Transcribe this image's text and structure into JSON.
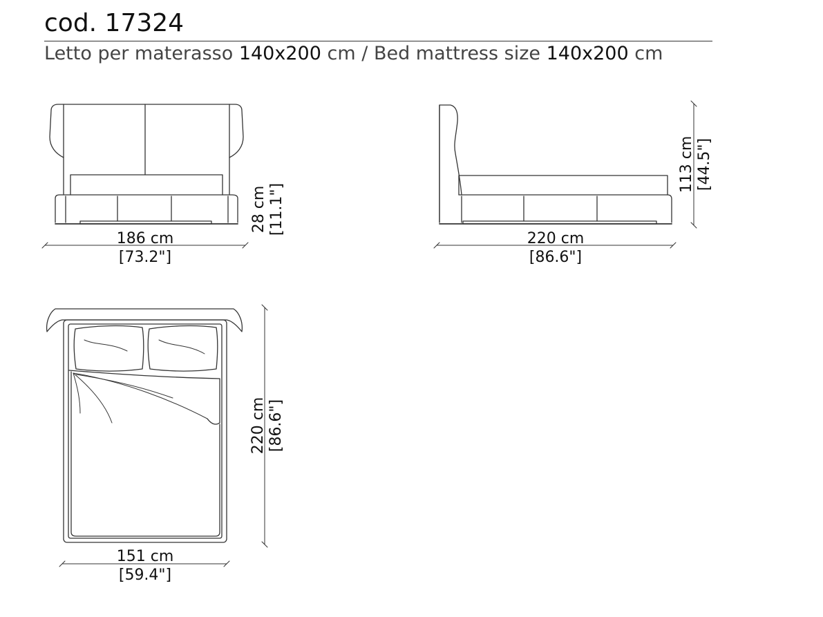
{
  "header": {
    "code": "cod. 17324",
    "subtitle_it": "Letto per materasso",
    "size_it": "140x200",
    "unit_it": "cm",
    "separator": "/",
    "subtitle_en": "Bed mattress size",
    "size_en": "140x200",
    "unit_en": "cm"
  },
  "views": {
    "front": {
      "width_cm": "186 cm",
      "width_in": "[73.2\"]",
      "height_cm": "28 cm",
      "height_in": "[11.1\"]"
    },
    "side": {
      "length_cm": "220 cm",
      "length_in": "[86.6\"]",
      "height_cm": "113 cm",
      "height_in": "[44.5\"]"
    },
    "top": {
      "width_cm": "151 cm",
      "width_in": "[59.4\"]",
      "length_cm": "220 cm",
      "length_in": "[86.6\"]"
    }
  },
  "colors": {
    "line": "#333333",
    "text": "#111111",
    "subtitle": "#444444"
  }
}
